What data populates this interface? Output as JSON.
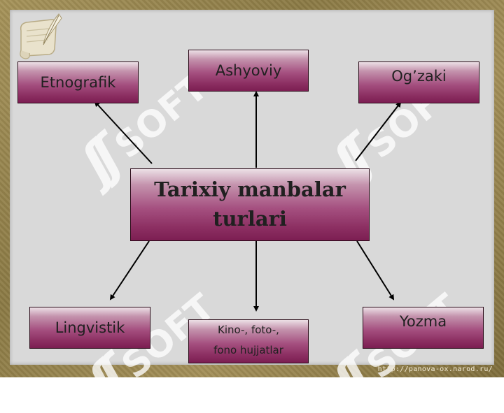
{
  "diagram": {
    "center": {
      "line1": "Tarixiy manbalar",
      "line2": "turlari"
    },
    "nodes": {
      "etnografik": "Etnografik",
      "ashyoviy": "Ashyoviy",
      "ogzaki": "Og’zaki",
      "lingvistik": "Lingvistik",
      "kino_line1": "Kino-, foto-,",
      "kino_line2": "fono hujjatlar",
      "yozma": "Yozma"
    }
  },
  "watermark": {
    "logo": "ʃʃ",
    "word": "SOFT"
  },
  "footer": {
    "url": "http://panova-ox.narod.ru/"
  },
  "colors": {
    "box_top": "#ece0e6",
    "box_bottom": "#7c1e52",
    "background": "#d9d9d9",
    "frame": "#8b7a45"
  }
}
